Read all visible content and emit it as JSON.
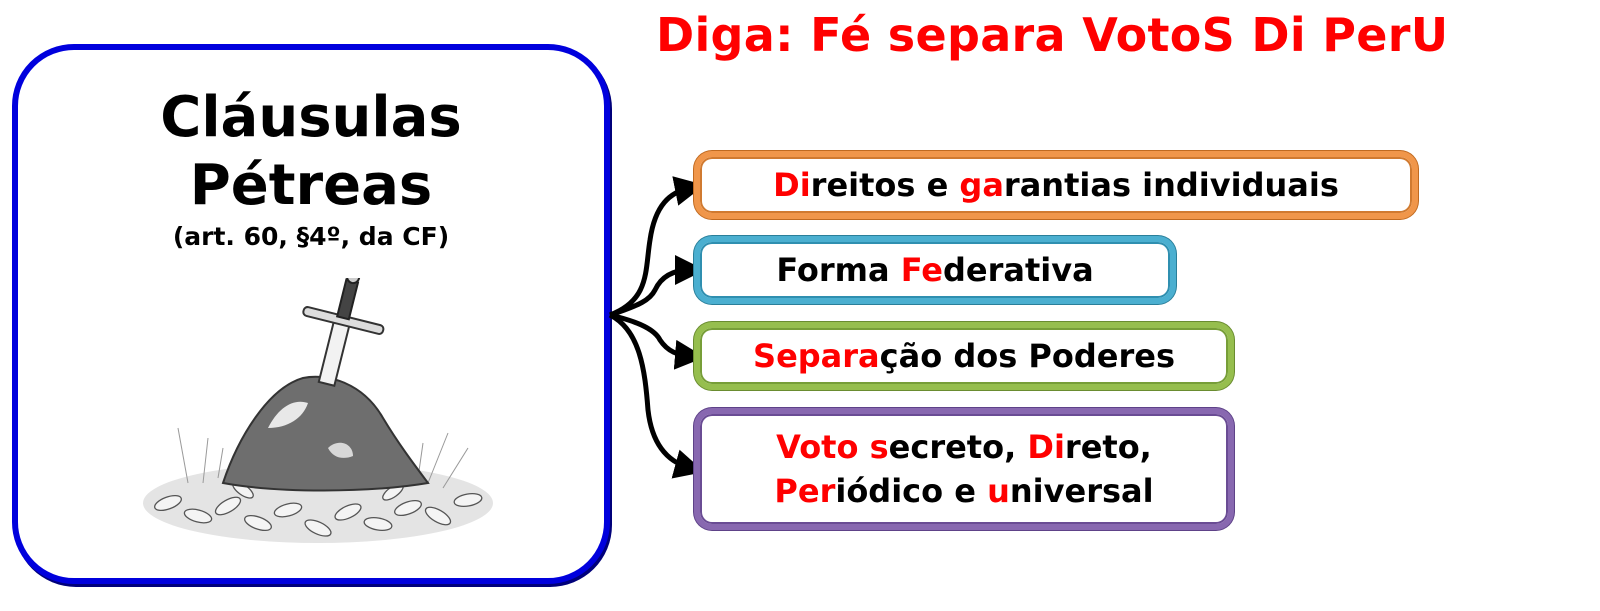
{
  "mnemonic": {
    "text": "Diga: Fé separa VotoS Di PerU",
    "color": "#ff0000"
  },
  "main_card": {
    "title_line1": "Cláusulas",
    "title_line2": "Pétreas",
    "subtitle": "(art. 60, §4º, da CF)",
    "border_color": "#0000dd",
    "illustration": "sword-in-stone-icon"
  },
  "items": [
    {
      "border_color": "#f0964a",
      "lines": [
        [
          {
            "text": "Di",
            "highlight": true
          },
          {
            "text": "reitos e ",
            "highlight": false
          },
          {
            "text": "ga",
            "highlight": true
          },
          {
            "text": "rantias individuais",
            "highlight": false
          }
        ]
      ]
    },
    {
      "border_color": "#4bafd0",
      "lines": [
        [
          {
            "text": "Forma ",
            "highlight": false
          },
          {
            "text": "Fe",
            "highlight": true
          },
          {
            "text": "derativa",
            "highlight": false
          }
        ]
      ]
    },
    {
      "border_color": "#96be4e",
      "lines": [
        [
          {
            "text": "Separa",
            "highlight": true
          },
          {
            "text": "ção dos Poderes",
            "highlight": false
          }
        ]
      ]
    },
    {
      "border_color": "#8868b0",
      "lines": [
        [
          {
            "text": "Voto s",
            "highlight": true
          },
          {
            "text": "ecreto, ",
            "highlight": false
          },
          {
            "text": "Di",
            "highlight": true
          },
          {
            "text": "reto,",
            "highlight": false
          }
        ],
        [
          {
            "text": "Per",
            "highlight": true
          },
          {
            "text": "iódico e ",
            "highlight": false
          },
          {
            "text": "u",
            "highlight": true
          },
          {
            "text": "niversal",
            "highlight": false
          }
        ]
      ]
    }
  ],
  "highlight_color": "#ff0000",
  "connector": "curved-arrows-icon"
}
